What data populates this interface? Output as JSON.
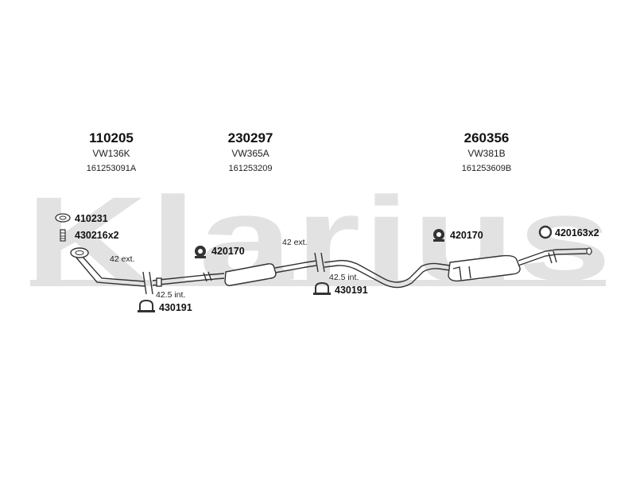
{
  "watermark": "Klarius",
  "sections": [
    {
      "part_number": "110205",
      "code": "VW136K",
      "oem_ref": "161253091A"
    },
    {
      "part_number": "230297",
      "code": "VW365A",
      "oem_ref": "161253209"
    },
    {
      "part_number": "260356",
      "code": "VW381B",
      "oem_ref": "161253609B"
    }
  ],
  "fittings": [
    {
      "label": "410231",
      "icon": "gasket-ring-icon"
    },
    {
      "label": "430216x2",
      "icon": "spring-bolt-icon"
    },
    {
      "label": "420170",
      "icon": "rubber-mount-icon"
    },
    {
      "label": "430191",
      "icon": "clamp-icon"
    },
    {
      "label": "420170",
      "icon": "rubber-mount-icon"
    },
    {
      "label": "430191",
      "icon": "clamp-icon"
    },
    {
      "label": "420163x2",
      "icon": "rubber-ring-icon"
    }
  ],
  "dimensions": [
    {
      "label": "42 ext."
    },
    {
      "label": "42.5 int."
    },
    {
      "label": "42 ext."
    },
    {
      "label": "42.5 int."
    }
  ]
}
